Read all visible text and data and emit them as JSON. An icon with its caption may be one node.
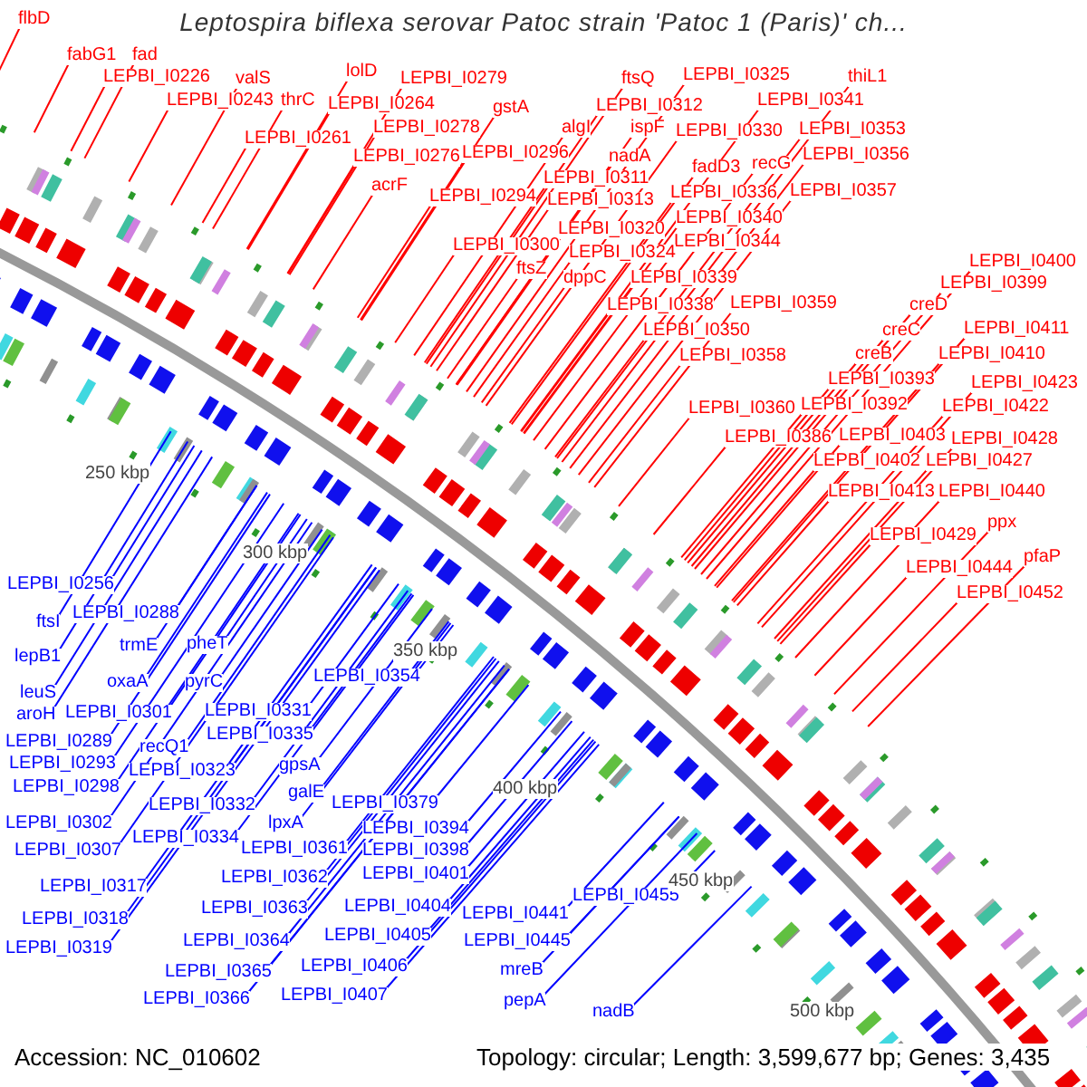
{
  "diagram": {
    "title": "Leptospira biflexa serovar Patoc strain 'Patoc 1 (Paris)' ch...",
    "nodes": [
      {
        "text": [
          "flbD"
        ]
      },
      {
        "text": [
          "fabG1"
        ]
      },
      {
        "text": [
          "fad"
        ]
      },
      {
        "text": [
          "LEPBI_I0226"
        ]
      },
      {
        "text": [
          "valS"
        ]
      },
      {
        "text": [
          "lolD"
        ]
      },
      {
        "text": [
          "LEPBI_I0279"
        ]
      },
      {
        "text": [
          "LEPBI_I0243"
        ]
      },
      {
        "text": [
          "thrC"
        ]
      },
      {
        "text": [
          "LEPBI_I0264"
        ]
      },
      {
        "text": [
          "LEPBI_I0261"
        ]
      },
      {
        "text": [
          "LEPBI_I0278"
        ]
      },
      {
        "text": [
          "gstA"
        ]
      },
      {
        "text": [
          "LEPBI_I0276"
        ]
      },
      {
        "text": [
          "LEPBI_I0296"
        ]
      },
      {
        "text": [
          "acrF"
        ]
      },
      {
        "text": [
          "LEPBI_I0294"
        ]
      },
      {
        "text": [
          "ftsQ"
        ]
      },
      {
        "text": [
          "LEPBI_I0325"
        ]
      },
      {
        "text": [
          "thiL1"
        ]
      },
      {
        "text": [
          "LEPBI_I0312"
        ]
      },
      {
        "text": [
          "LEPBI_I0341"
        ]
      },
      {
        "text": [
          "algI"
        ]
      },
      {
        "text": [
          "ispF"
        ]
      },
      {
        "text": [
          "LEPBI_I0330"
        ]
      },
      {
        "text": [
          "LEPBI_I0353"
        ]
      },
      {
        "text": [
          "nadA"
        ]
      },
      {
        "text": [
          "fadD3"
        ]
      },
      {
        "text": [
          "recG"
        ]
      },
      {
        "text": [
          "LEPBI_I0356"
        ]
      },
      {
        "text": [
          "LEPBI_I0311"
        ]
      },
      {
        "text": [
          "LEPBI_I0336"
        ]
      },
      {
        "text": [
          "LEPBI_I0357"
        ]
      },
      {
        "text": [
          "LEPBI_I0313"
        ]
      },
      {
        "text": [
          "LEPBI_I0340"
        ]
      },
      {
        "text": [
          "LEPBI_I0300"
        ]
      },
      {
        "text": [
          "LEPBI_I0320"
        ]
      },
      {
        "text": [
          "LEPBI_I0344"
        ]
      },
      {
        "text": [
          "ftsZ"
        ]
      },
      {
        "text": [
          "LEPBI_I0324"
        ]
      },
      {
        "text": [
          "dppC"
        ]
      },
      {
        "text": [
          "LEPBI_I0339"
        ]
      },
      {
        "text": [
          "LEPBI_I0400"
        ]
      },
      {
        "text": [
          "LEPBI_I0338"
        ]
      },
      {
        "text": [
          "LEPBI_I0359"
        ]
      },
      {
        "text": [
          "LEPBI_I0399"
        ]
      },
      {
        "text": [
          "creD"
        ]
      },
      {
        "text": [
          "LEPBI_I0350"
        ]
      },
      {
        "text": [
          "creC"
        ]
      },
      {
        "text": [
          "LEPBI_I0411"
        ]
      },
      {
        "text": [
          "LEPBI_I0358"
        ]
      },
      {
        "text": [
          "creB"
        ]
      },
      {
        "text": [
          "LEPBI_I0410"
        ]
      },
      {
        "text": [
          "LEPBI_I0393"
        ]
      },
      {
        "text": [
          "LEPBI_I0423"
        ]
      },
      {
        "text": [
          "LEPBI_I0360"
        ]
      },
      {
        "text": [
          "LEPBI_I0392"
        ]
      },
      {
        "text": [
          "LEPBI_I0422"
        ]
      },
      {
        "text": [
          "LEPBI_I0386"
        ]
      },
      {
        "text": [
          "LEPBI_I0403"
        ]
      },
      {
        "text": [
          "LEPBI_I0428"
        ]
      },
      {
        "text": [
          "LEPBI_I0402"
        ]
      },
      {
        "text": [
          "LEPBI_I0427"
        ]
      },
      {
        "text": [
          "LEPBI_I0413"
        ]
      },
      {
        "text": [
          "LEPBI_I0440"
        ]
      },
      {
        "text": [
          "LEPBI_I0429"
        ]
      },
      {
        "text": [
          "ppx"
        ]
      },
      {
        "text": [
          "LEPBI_I0444"
        ]
      },
      {
        "text": [
          "pfaP"
        ]
      },
      {
        "text": [
          "LEPBI_I0452"
        ]
      },
      {
        "text": [
          "LEPBI_I0256"
        ]
      },
      {
        "text": [
          "ftsI"
        ]
      },
      {
        "text": [
          "LEPBI_I0288"
        ]
      },
      {
        "text": [
          "lepB1"
        ]
      },
      {
        "text": [
          "trmE"
        ]
      },
      {
        "text": [
          "pheT"
        ]
      },
      {
        "text": [
          "leuS"
        ]
      },
      {
        "text": [
          "oxaA"
        ]
      },
      {
        "text": [
          "pyrC"
        ]
      },
      {
        "text": [
          "aroH"
        ]
      },
      {
        "text": [
          "LEPBI_I0301"
        ]
      },
      {
        "text": [
          "LEPBI_I0354"
        ]
      },
      {
        "text": [
          "LEPBI_I0289"
        ]
      },
      {
        "text": [
          "LEPBI_I0331"
        ]
      },
      {
        "text": [
          "LEPBI_I0293"
        ]
      },
      {
        "text": [
          "recQ1"
        ]
      },
      {
        "text": [
          "LEPBI_I0335"
        ]
      },
      {
        "text": [
          "LEPBI_I0298"
        ]
      },
      {
        "text": [
          "LEPBI_I0323"
        ]
      },
      {
        "text": [
          "gpsA"
        ]
      },
      {
        "text": [
          "LEPBI_I0302"
        ]
      },
      {
        "text": [
          "LEPBI_I0332"
        ]
      },
      {
        "text": [
          "galE"
        ]
      },
      {
        "text": [
          "LEPBI_I0379"
        ]
      },
      {
        "text": [
          "LEPBI_I0307"
        ]
      },
      {
        "text": [
          "LEPBI_I0334"
        ]
      },
      {
        "text": [
          "lpxA"
        ]
      },
      {
        "text": [
          "LEPBI_I0394"
        ]
      },
      {
        "text": [
          "LEPBI_I0361"
        ]
      },
      {
        "text": [
          "LEPBI_I0398"
        ]
      },
      {
        "text": [
          "LEPBI_I0317"
        ]
      },
      {
        "text": [
          "LEPBI_I0362"
        ]
      },
      {
        "text": [
          "LEPBI_I0401"
        ]
      },
      {
        "text": [
          "LEPBI_I0318"
        ]
      },
      {
        "text": [
          "LEPBI_I0363"
        ]
      },
      {
        "text": [
          "LEPBI_I0404"
        ]
      },
      {
        "text": [
          "LEPBI_I0455"
        ]
      },
      {
        "text": [
          "LEPBI_I0441"
        ]
      },
      {
        "text": [
          "LEPBI_I0319"
        ]
      },
      {
        "text": [
          "LEPBI_I0364"
        ]
      },
      {
        "text": [
          "LEPBI_I0405"
        ]
      },
      {
        "text": [
          "LEPBI_I0445"
        ]
      },
      {
        "text": [
          "LEPBI_I0365"
        ]
      },
      {
        "text": [
          "LEPBI_I0406"
        ]
      },
      {
        "text": [
          "mreB"
        ]
      },
      {
        "text": [
          "LEPBI_I0366"
        ]
      },
      {
        "text": [
          "LEPBI_I0407"
        ]
      },
      {
        "text": [
          "pepA"
        ]
      },
      {
        "text": [
          "nadB"
        ]
      }
    ],
    "edges": [
      {
        "from": 0,
        "to": null,
        "arrow": "none"
      },
      {
        "from": 1,
        "to": null,
        "arrow": "none"
      },
      {
        "from": 2,
        "to": null,
        "arrow": "none"
      },
      {
        "from": 3,
        "to": null,
        "arrow": "none"
      },
      {
        "from": 4,
        "to": null,
        "arrow": "none"
      },
      {
        "from": 5,
        "to": null,
        "arrow": "none"
      },
      {
        "from": 6,
        "to": null,
        "arrow": "none"
      },
      {
        "from": 7,
        "to": null,
        "arrow": "none"
      },
      {
        "from": 8,
        "to": null,
        "arrow": "none"
      },
      {
        "from": 9,
        "to": null,
        "arrow": "none"
      },
      {
        "from": 10,
        "to": null,
        "arrow": "none"
      },
      {
        "from": 11,
        "to": null,
        "arrow": "none"
      },
      {
        "from": 12,
        "to": null,
        "arrow": "none"
      },
      {
        "from": 13,
        "to": null,
        "arrow": "none"
      },
      {
        "from": 14,
        "to": null,
        "arrow": "none"
      },
      {
        "from": 15,
        "to": null,
        "arrow": "none"
      },
      {
        "from": 16,
        "to": null,
        "arrow": "none"
      },
      {
        "from": 17,
        "to": null,
        "arrow": "none"
      },
      {
        "from": 18,
        "to": null,
        "arrow": "none"
      },
      {
        "from": 19,
        "to": null,
        "arrow": "none"
      },
      {
        "from": 20,
        "to": null,
        "arrow": "none"
      },
      {
        "from": 21,
        "to": null,
        "arrow": "none"
      },
      {
        "from": 22,
        "to": null,
        "arrow": "none"
      },
      {
        "from": 23,
        "to": null,
        "arrow": "none"
      },
      {
        "from": 24,
        "to": null,
        "arrow": "none"
      },
      {
        "from": 25,
        "to": null,
        "arrow": "none"
      },
      {
        "from": 26,
        "to": null,
        "arrow": "none"
      },
      {
        "from": 27,
        "to": null,
        "arrow": "none"
      },
      {
        "from": 28,
        "to": null,
        "arrow": "none"
      },
      {
        "from": 29,
        "to": null,
        "arrow": "none"
      },
      {
        "from": 30,
        "to": null,
        "arrow": "none"
      },
      {
        "from": 31,
        "to": null,
        "arrow": "none"
      },
      {
        "from": 32,
        "to": null,
        "arrow": "none"
      },
      {
        "from": 33,
        "to": null,
        "arrow": "none"
      },
      {
        "from": 34,
        "to": null,
        "arrow": "none"
      },
      {
        "from": 35,
        "to": null,
        "arrow": "none"
      },
      {
        "from": 36,
        "to": null,
        "arrow": "none"
      },
      {
        "from": 37,
        "to": null,
        "arrow": "none"
      },
      {
        "from": 38,
        "to": null,
        "arrow": "none"
      },
      {
        "from": 39,
        "to": null,
        "arrow": "none"
      },
      {
        "from": 40,
        "to": null,
        "arrow": "none"
      },
      {
        "from": 41,
        "to": null,
        "arrow": "none"
      },
      {
        "from": 42,
        "to": null,
        "arrow": "none"
      },
      {
        "from": 43,
        "to": null,
        "arrow": "none"
      },
      {
        "from": 44,
        "to": null,
        "arrow": "none"
      },
      {
        "from": 45,
        "to": null,
        "arrow": "none"
      },
      {
        "from": 46,
        "to": null,
        "arrow": "none"
      },
      {
        "from": 47,
        "to": null,
        "arrow": "none"
      },
      {
        "from": 48,
        "to": null,
        "arrow": "none"
      },
      {
        "from": 49,
        "to": null,
        "arrow": "none"
      },
      {
        "from": 50,
        "to": null,
        "arrow": "none"
      },
      {
        "from": 51,
        "to": null,
        "arrow": "none"
      },
      {
        "from": 52,
        "to": null,
        "arrow": "none"
      },
      {
        "from": 53,
        "to": null,
        "arrow": "none"
      },
      {
        "from": 54,
        "to": null,
        "arrow": "none"
      },
      {
        "from": 55,
        "to": null,
        "arrow": "none"
      },
      {
        "from": 56,
        "to": null,
        "arrow": "none"
      },
      {
        "from": 57,
        "to": null,
        "arrow": "none"
      },
      {
        "from": 58,
        "to": null,
        "arrow": "none"
      },
      {
        "from": 59,
        "to": null,
        "arrow": "none"
      },
      {
        "from": 60,
        "to": null,
        "arrow": "none"
      },
      {
        "from": 61,
        "to": null,
        "arrow": "none"
      },
      {
        "from": 62,
        "to": null,
        "arrow": "none"
      },
      {
        "from": 63,
        "to": null,
        "arrow": "none"
      },
      {
        "from": 64,
        "to": null,
        "arrow": "none"
      },
      {
        "from": 65,
        "to": null,
        "arrow": "none"
      },
      {
        "from": 66,
        "to": null,
        "arrow": "none"
      },
      {
        "from": 67,
        "to": null,
        "arrow": "none"
      },
      {
        "from": 68,
        "to": null,
        "arrow": "none"
      },
      {
        "from": 69,
        "to": null,
        "arrow": "none"
      },
      {
        "from": 70,
        "to": null,
        "arrow": "none",
        "color": "#0000ff"
      },
      {
        "from": 71,
        "to": null,
        "arrow": "none",
        "color": "#0000ff"
      },
      {
        "from": 72,
        "to": null,
        "arrow": "none",
        "color": "#0000ff"
      },
      {
        "from": 73,
        "to": null,
        "arrow": "none",
        "color": "#0000ff"
      },
      {
        "from": 74,
        "to": null,
        "arrow": "none",
        "color": "#0000ff"
      },
      {
        "from": 75,
        "to": null,
        "arrow": "none",
        "color": "#0000ff"
      },
      {
        "from": 76,
        "to": null,
        "arrow": "none",
        "color": "#0000ff"
      },
      {
        "from": 77,
        "to": null,
        "arrow": "none",
        "color": "#0000ff"
      },
      {
        "from": 78,
        "to": null,
        "arrow": "none",
        "color": "#0000ff"
      },
      {
        "from": 79,
        "to": null,
        "arrow": "none",
        "color": "#0000ff"
      },
      {
        "from": 80,
        "to": null,
        "arrow": "none",
        "color": "#0000ff"
      },
      {
        "from": 81,
        "to": null,
        "arrow": "none",
        "color": "#0000ff"
      },
      {
        "from": 82,
        "to": null,
        "arrow": "none",
        "color": "#0000ff"
      },
      {
        "from": 83,
        "to": null,
        "arrow": "none",
        "color": "#0000ff"
      },
      {
        "from": 84,
        "to": null,
        "arrow": "none",
        "color": "#0000ff"
      },
      {
        "from": 85,
        "to": null,
        "arrow": "none",
        "color": "#0000ff"
      },
      {
        "from": 86,
        "to": null,
        "arrow": "none",
        "color": "#0000ff"
      },
      {
        "from": 87,
        "to": null,
        "arrow": "none",
        "color": "#0000ff"
      },
      {
        "from": 88,
        "to": null,
        "arrow": "none",
        "color": "#0000ff"
      },
      {
        "from": 89,
        "to": null,
        "arrow": "none",
        "color": "#0000ff"
      },
      {
        "from": 90,
        "to": null,
        "arrow": "none",
        "color": "#0000ff"
      },
      {
        "from": 91,
        "to": null,
        "arrow": "none",
        "color": "#0000ff"
      },
      {
        "from": 92,
        "to": null,
        "arrow": "none",
        "color": "#0000ff"
      },
      {
        "from": 93,
        "to": null,
        "arrow": "none",
        "color": "#0000ff"
      },
      {
        "from": 94,
        "to": null,
        "arrow": "none",
        "color": "#0000ff"
      },
      {
        "from": 95,
        "to": null,
        "arrow": "none",
        "color": "#0000ff"
      },
      {
        "from": 96,
        "to": null,
        "arrow": "none",
        "color": "#0000ff"
      },
      {
        "from": 97,
        "to": null,
        "arrow": "none",
        "color": "#0000ff"
      },
      {
        "from": 98,
        "to": null,
        "arrow": "none",
        "color": "#0000ff"
      },
      {
        "from": 99,
        "to": null,
        "arrow": "none",
        "color": "#0000ff"
      },
      {
        "from": 100,
        "to": null,
        "arrow": "none",
        "color": "#0000ff"
      },
      {
        "from": 101,
        "to": null,
        "arrow": "none",
        "color": "#0000ff"
      },
      {
        "from": 102,
        "to": null,
        "arrow": "none",
        "color": "#0000ff"
      },
      {
        "from": 103,
        "to": null,
        "arrow": "none",
        "color": "#0000ff"
      },
      {
        "from": 104,
        "to": null,
        "arrow": "none",
        "color": "#0000ff"
      },
      {
        "from": 105,
        "to": null,
        "arrow": "none",
        "color": "#0000ff"
      },
      {
        "from": 106,
        "to": null,
        "arrow": "none",
        "color": "#0000ff"
      },
      {
        "from": 107,
        "to": null,
        "arrow": "none",
        "color": "#0000ff"
      },
      {
        "from": 108,
        "to": null,
        "arrow": "none",
        "color": "#0000ff"
      },
      {
        "from": 109,
        "to": null,
        "arrow": "none",
        "color": "#0000ff"
      },
      {
        "from": 110,
        "to": null,
        "arrow": "none",
        "color": "#0000ff"
      },
      {
        "from": 111,
        "to": null,
        "arrow": "none",
        "color": "#0000ff"
      },
      {
        "from": 112,
        "to": null,
        "arrow": "none",
        "color": "#0000ff"
      },
      {
        "from": 113,
        "to": null,
        "arrow": "none",
        "color": "#0000ff"
      },
      {
        "from": 114,
        "to": null,
        "arrow": "none",
        "color": "#0000ff"
      },
      {
        "from": 115,
        "to": null,
        "arrow": "none",
        "color": "#0000ff"
      },
      {
        "from": 116,
        "to": null,
        "arrow": "none",
        "color": "#0000ff"
      },
      {
        "from": 117,
        "to": null,
        "arrow": "none",
        "color": "#0000ff"
      },
      {
        "from": 118,
        "to": null,
        "arrow": "none",
        "color": "#0000ff"
      }
    ],
    "labels": [
      "250 kbp",
      "300 kbp",
      "350 kbp",
      "400 kbp",
      "450 kbp",
      "500 kbp",
      "Accession: NC_010602",
      "Topology: circular; Length: 3,599,677 bp; Genes: 3,435"
    ]
  }
}
